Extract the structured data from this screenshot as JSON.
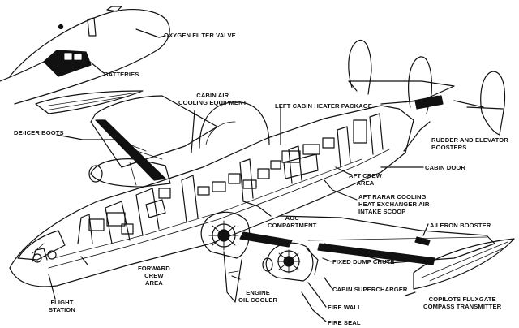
{
  "diagram": {
    "labels": {
      "oxygen_filter_valve": "OXYGEN FILTER VALVE",
      "batteries": "BATTERIES",
      "cabin_air_cooling_1": "CABIN AIR",
      "cabin_air_cooling_2": "COOLING EQUIPMENT",
      "left_cabin_heater": "LEFT CABIN HEATER PACKAGE",
      "de_icer_boots": "DE-ICER BOOTS",
      "rudder_elevator_1": "RUDDER AND ELEVATOR",
      "rudder_elevator_2": "BOOSTERS",
      "cabin_door": "CABIN DOOR",
      "aft_crew_1": "AFT CREW",
      "aft_crew_2": "AREA",
      "aft_radar_1": "AFT RARAR COOLING",
      "aft_radar_2": "HEAT EXCHANGER AIR",
      "aft_radar_3": "INTAKE SCOOP",
      "aoc_1": "AOC",
      "aoc_2": "COMPARTMENT",
      "aileron_booster": "AILERON BOOSTER",
      "forward_crew_1": "FORWARD",
      "forward_crew_2": "CREW",
      "forward_crew_3": "AREA",
      "fixed_dump_chute": "FIXED DUMP CHUTE",
      "flight_station_1": "FLIGHT",
      "flight_station_2": "STATION",
      "cabin_supercharger": "CABIN SUPERCHARGER",
      "engine_oil_cooler_1": "ENGINE",
      "engine_oil_cooler_2": "OIL COOLER",
      "copilots_fluxgate_1": "COPILOTS FLUXGATE",
      "copilots_fluxgate_2": "COMPASS TRANSMITTER",
      "fire_wall": "FIRE WALL",
      "fire_seal": "FIRE SEAL"
    }
  }
}
